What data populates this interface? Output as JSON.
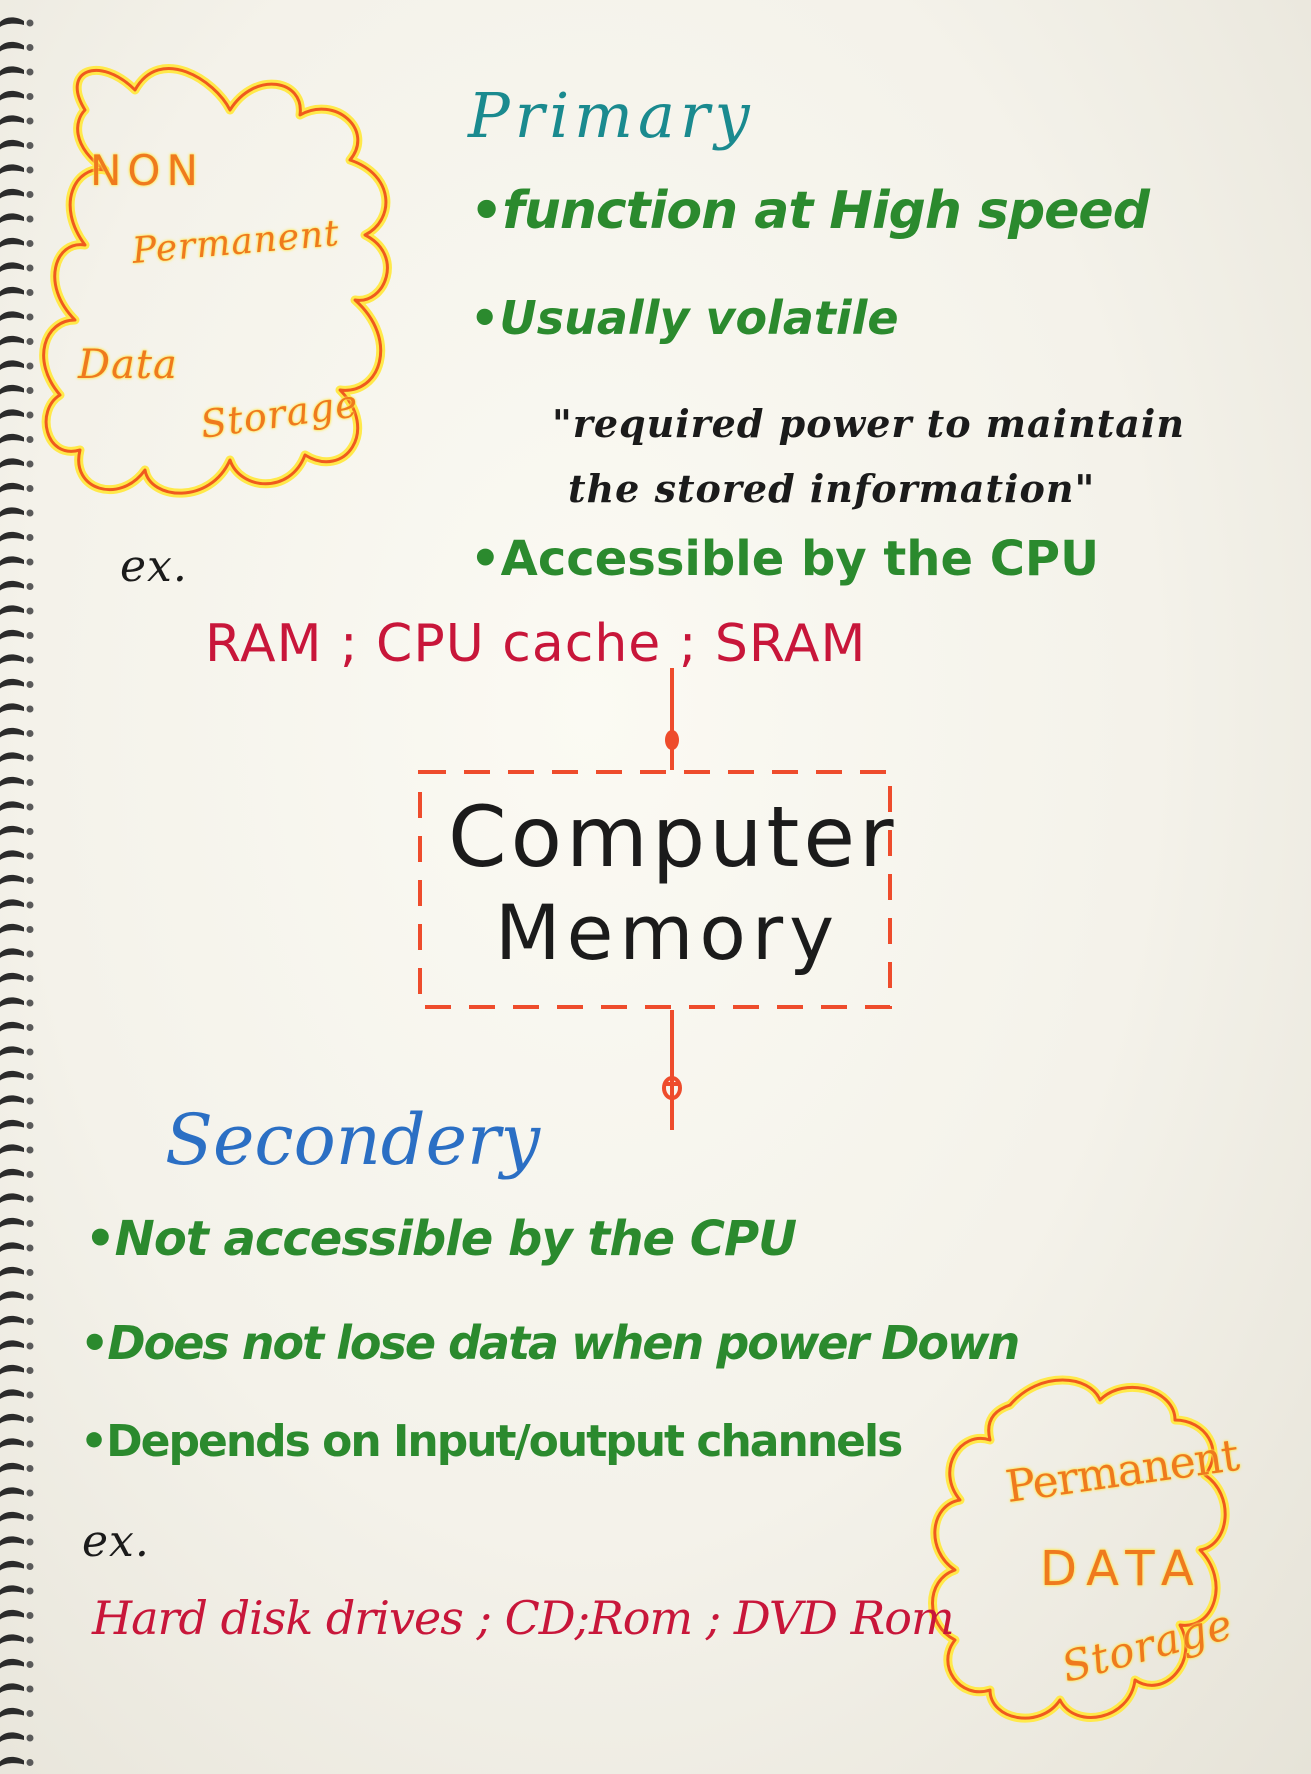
{
  "colors": {
    "paper": "#f7f5ee",
    "primary_heading": "#1a8a8f",
    "bullets": "#2b8a2e",
    "examples": "#c8163a",
    "secondary_heading": "#2b6fc4",
    "cloud_outline": "#ef5a1e",
    "cloud_glow": "#ffe94a",
    "dash_box": "#ee4c2c",
    "spiral": "#2b2b2b"
  },
  "cloud_top": {
    "line1": "NON",
    "line2": "Permanent",
    "line3": "Data",
    "line4": "Storage"
  },
  "primary": {
    "heading": "Primary",
    "bullet1": "•function at High speed",
    "bullet2": "•Usually volatile",
    "quote_line1": "\"required power to maintain",
    "quote_line2": "the stored information\"",
    "bullet3": "•Accessible by the CPU",
    "ex_label": "ex.",
    "examples": "RAM ; CPU cache ; SRAM"
  },
  "center": {
    "line1": "Computer",
    "line2": "Memory"
  },
  "secondary": {
    "heading": "Secondery",
    "bullet1": "•Not accessible by the CPU",
    "bullet2": "•Does not lose data when power Down",
    "bullet3": "•Depends on Input/output channels",
    "ex_label": "ex.",
    "examples": "Hard disk drives ; CD;Rom ; DVD Rom"
  },
  "cloud_bottom": {
    "line1": "Permanent",
    "line2": "DATA",
    "line3": "Storage"
  }
}
